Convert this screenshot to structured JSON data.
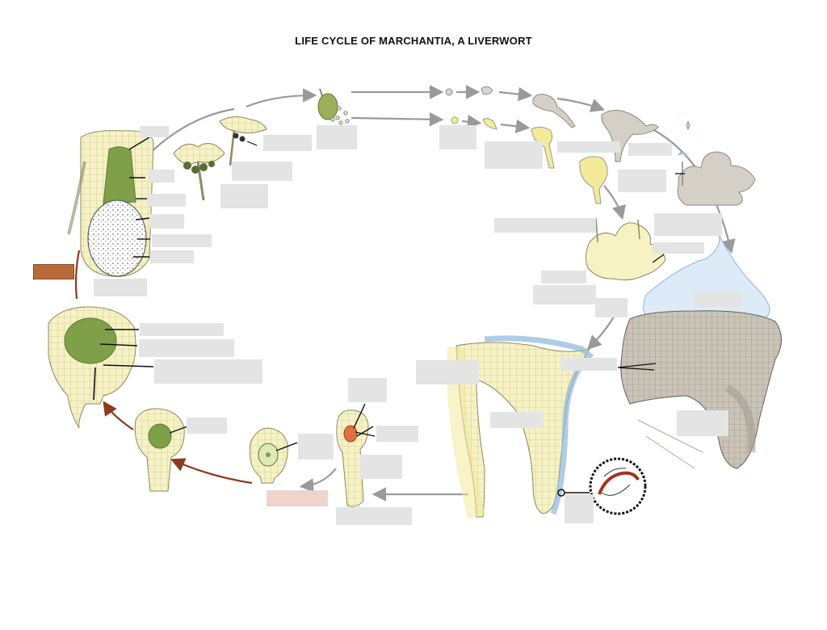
{
  "title": "LIFE CYCLE OF MARCHANTIA, A LIVERWORT",
  "colors": {
    "cell_fill": "#f6f2c4",
    "cell_stroke": "#8c8a60",
    "green_tissue": "#7fa049",
    "gray_tissue": "#c9c3b8",
    "water": "#b8d6ef",
    "zygote": "#e0703c",
    "cycle_arrow_gray": "#9a9a9a",
    "cycle_arrow_brown": "#8b3a1d",
    "label_box": "#e4e4e4",
    "label_box_highlight": "#b86b38",
    "label_box_pink": "#efd4cc"
  },
  "structures": [
    "sporophyte-with-capsule",
    "archegoniophore",
    "spore-release",
    "germinating-spores",
    "protonema",
    "gemma-cup-thallus",
    "young-gametophytes",
    "antheridiophore-section",
    "archegoniophore-section",
    "sperm",
    "archegonium-with-zygote",
    "embryo-stages"
  ]
}
